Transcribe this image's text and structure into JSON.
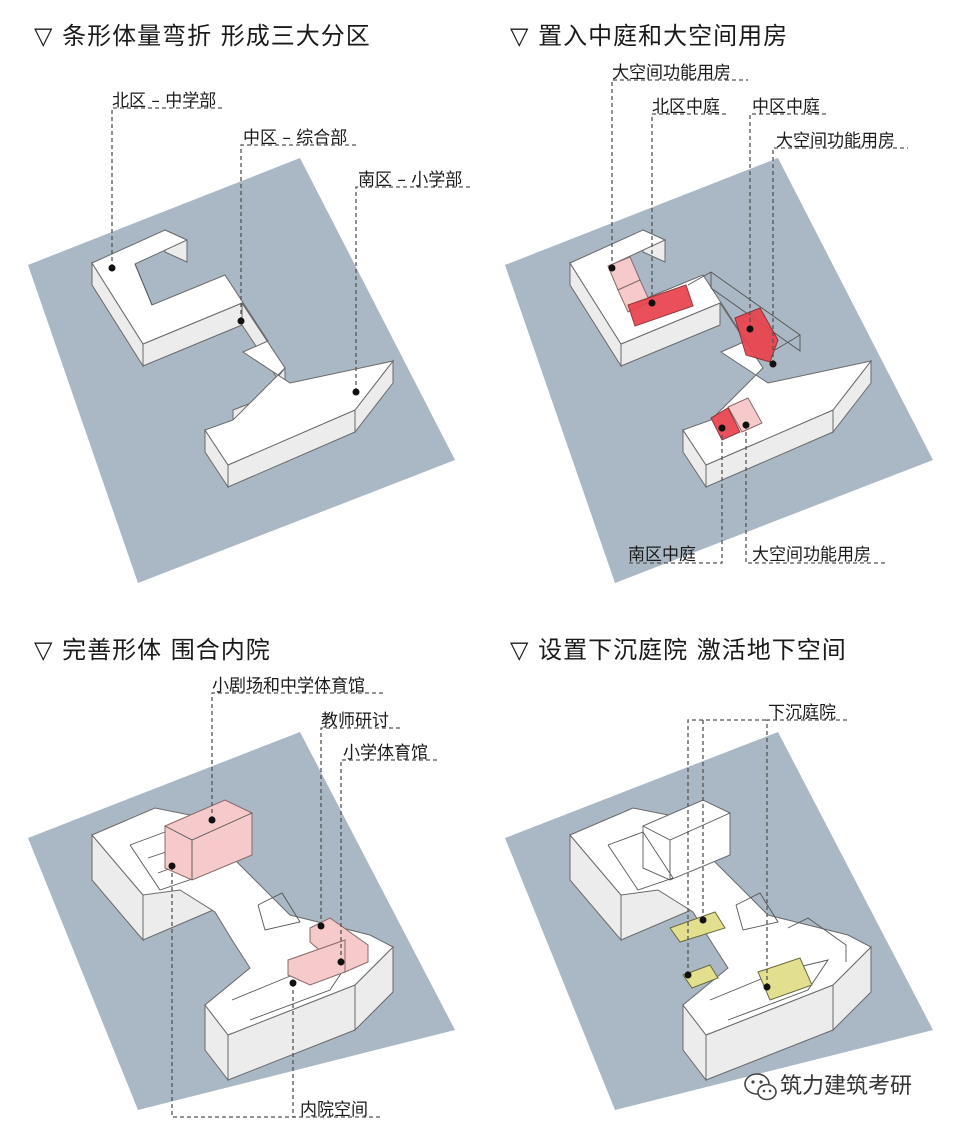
{
  "panels": [
    {
      "title": "▽  条形体量弯折   形成三大分区",
      "labels": [
        "北区 – 中学部",
        "中区 – 综合部",
        "南区 – 小学部"
      ]
    },
    {
      "title": "▽  置入中庭和大空间用房",
      "labels": [
        "大空间功能用房",
        "北区中庭",
        "中区中庭",
        "大空间功能用房",
        "南区中庭",
        "大空间功能用房"
      ]
    },
    {
      "title": "▽  完善形体   围合内院",
      "labels": [
        "小剧场和中学体育馆",
        "教师研讨",
        "小学体育馆",
        "内院空间"
      ]
    },
    {
      "title": "▽  设置下沉庭院  激活地下空间",
      "labels": [
        "下沉庭院"
      ]
    }
  ],
  "watermark": {
    "text": "筑力建筑考研",
    "icon": "wechat-icon"
  },
  "colors": {
    "site": "#a9b8c4",
    "massing_top": "#ffffff",
    "massing_side": "#ececec",
    "atrium": "#e9424c",
    "large_space": "#f6c9cb",
    "sunken_court": "#e2e08e",
    "leader": "#555555"
  }
}
